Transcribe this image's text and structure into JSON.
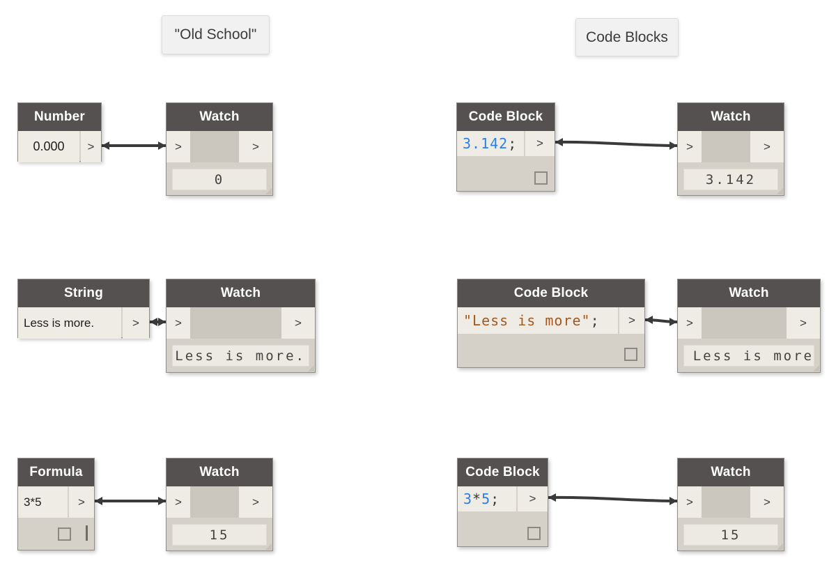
{
  "section_labels": {
    "old_school": "\"Old School\"",
    "code_blocks": "Code Blocks"
  },
  "ui": {
    "port_glyph": ">"
  },
  "colors": {
    "node_header": "#545150",
    "node_body": "#d5d1c8",
    "field_bg": "#efece5",
    "watch_value_bg": "#edeae3",
    "wire": "#3a3a3a",
    "code_number_blue": "#2b7ee4",
    "code_string_brown": "#a2591f",
    "note_bg": "#f1f1f1"
  },
  "nodes": {
    "number": {
      "title": "Number",
      "value": "0.000"
    },
    "watch_number": {
      "title": "Watch",
      "value": "0"
    },
    "code_pi": {
      "title": "Code Block",
      "code": "3.142",
      "semicolon": ";"
    },
    "watch_pi": {
      "title": "Watch",
      "value": "3.142"
    },
    "string": {
      "title": "String",
      "value": "Less is more."
    },
    "watch_string": {
      "title": "Watch",
      "value": "Less is more."
    },
    "code_string": {
      "title": "Code Block",
      "code": "\"Less is more\"",
      "semicolon": ";"
    },
    "watch_code_string": {
      "title": "Watch",
      "value": "Less is more"
    },
    "formula": {
      "title": "Formula",
      "value": "3*5"
    },
    "watch_formula": {
      "title": "Watch",
      "value": "15"
    },
    "code_math": {
      "title": "Code Block",
      "code_a": "3",
      "code_op": "*",
      "code_b": "5",
      "semicolon": ";"
    },
    "watch_code_math": {
      "title": "Watch",
      "value": "15"
    }
  }
}
